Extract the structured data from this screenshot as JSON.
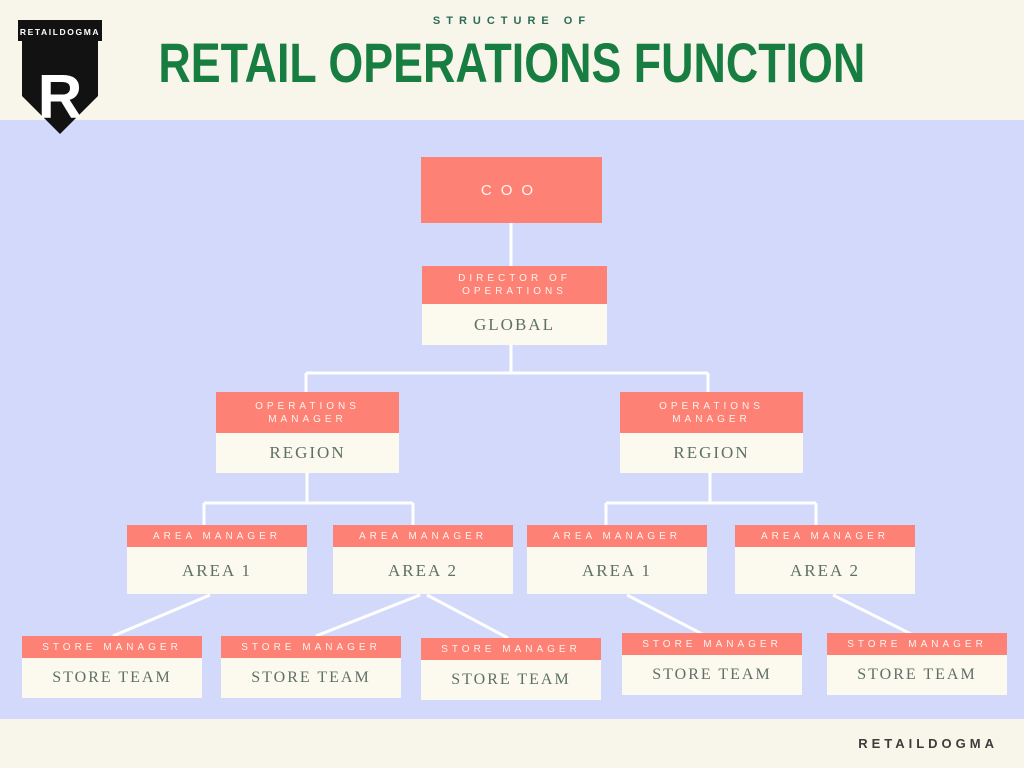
{
  "header": {
    "kicker": "STRUCTURE OF",
    "title": "RETAIL OPERATIONS FUNCTION",
    "logo": {
      "banner": "RETAILDOGMA",
      "monogram": "R"
    }
  },
  "footer": {
    "brand": "RETAILDOGMA"
  },
  "colors": {
    "coral": "#fd8174",
    "lavender_background": "#d3d9fb",
    "cream_band": "#f8f6ea",
    "box_body_cream": "#fcf9ef",
    "title_green": "#177d41",
    "kicker_teal": "#2b6b57",
    "body_text_gray_green": "#5f7166",
    "connector_white": "#ffffff",
    "logo_black": "#121212"
  },
  "chart_data": {
    "type": "org-chart",
    "title": "Structure of Retail Operations Function",
    "nodes": {
      "coo": {
        "role": "COO",
        "unit": ""
      },
      "director": {
        "role": "DIRECTOR OF OPERATIONS",
        "unit": "GLOBAL"
      },
      "om1": {
        "role": "OPERATIONS MANAGER",
        "unit": "REGION"
      },
      "om2": {
        "role": "OPERATIONS MANAGER",
        "unit": "REGION"
      },
      "am1": {
        "role": "AREA MANAGER",
        "unit": "AREA 1"
      },
      "am2": {
        "role": "AREA MANAGER",
        "unit": "AREA 2"
      },
      "am3": {
        "role": "AREA MANAGER",
        "unit": "AREA 1"
      },
      "am4": {
        "role": "AREA MANAGER",
        "unit": "AREA 2"
      },
      "sm1": {
        "role": "STORE MANAGER",
        "unit": "STORE TEAM"
      },
      "sm2": {
        "role": "STORE MANAGER",
        "unit": "STORE TEAM"
      },
      "sm3": {
        "role": "STORE MANAGER",
        "unit": "STORE TEAM"
      },
      "sm4": {
        "role": "STORE MANAGER",
        "unit": "STORE TEAM"
      },
      "sm5": {
        "role": "STORE MANAGER",
        "unit": "STORE TEAM"
      }
    },
    "edges": [
      {
        "from": "coo",
        "to": "director"
      },
      {
        "from": "director",
        "to": "om1"
      },
      {
        "from": "director",
        "to": "om2"
      },
      {
        "from": "om1",
        "to": "am1"
      },
      {
        "from": "om1",
        "to": "am2"
      },
      {
        "from": "om2",
        "to": "am3"
      },
      {
        "from": "om2",
        "to": "am4"
      },
      {
        "from": "am1",
        "to": "sm1"
      },
      {
        "from": "am2",
        "to": "sm2"
      },
      {
        "from": "am2",
        "to": "sm3"
      },
      {
        "from": "am3",
        "to": "sm4"
      },
      {
        "from": "am4",
        "to": "sm5"
      }
    ]
  }
}
